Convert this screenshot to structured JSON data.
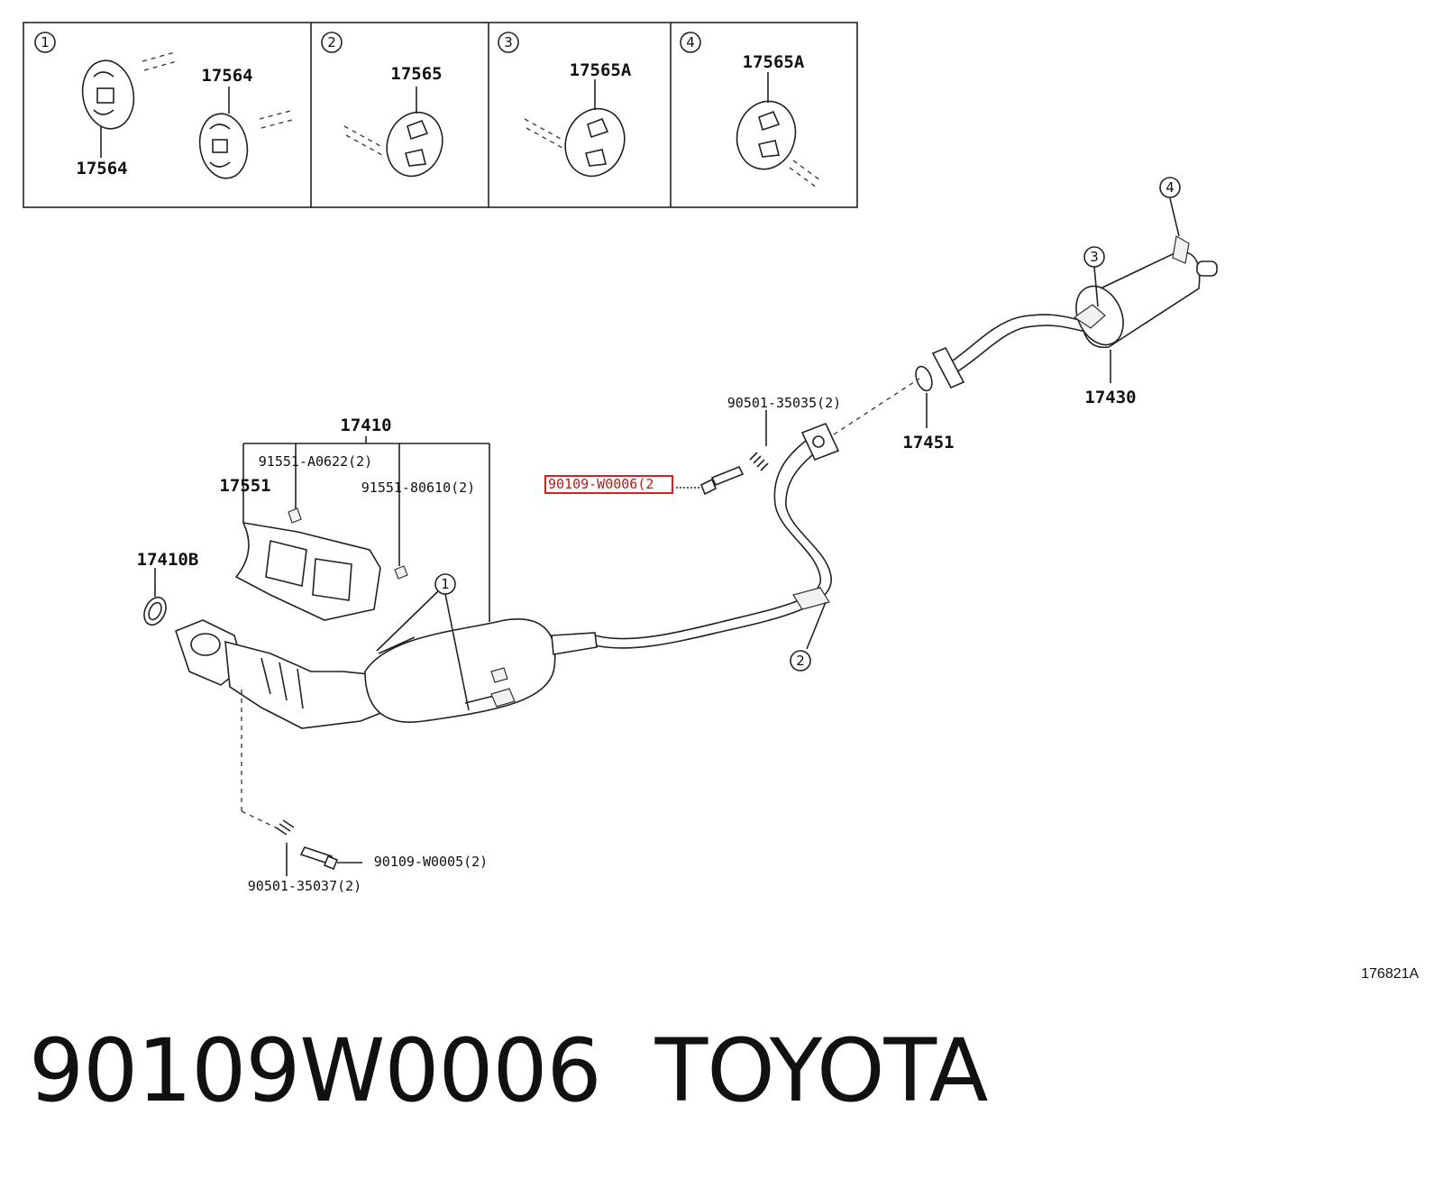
{
  "insets": [
    {
      "num": "1",
      "labels": [
        "17564",
        "17564"
      ]
    },
    {
      "num": "2",
      "labels": [
        "17565"
      ]
    },
    {
      "num": "3",
      "labels": [
        "17565A"
      ]
    },
    {
      "num": "4",
      "labels": [
        "17565A"
      ]
    }
  ],
  "callouts": {
    "c1": "1",
    "c2": "2",
    "c3": "3",
    "c4": "4"
  },
  "part_labels": {
    "p17410": "17410",
    "p91551_a0622": "91551-A0622(2)",
    "p17551": "17551",
    "p91551_80610": "91551-80610(2)",
    "p17410b": "17410B",
    "p90501_35035": "90501-35035(2)",
    "p90109_w0006": "90109-W0006(2",
    "p17451": "17451",
    "p17430": "17430",
    "p90109_w0005": "90109-W0005(2)",
    "p90501_35037": "90501-35037(2)"
  },
  "highlight_color": "#d42020",
  "reference_code": "176821A",
  "title": {
    "part_number": "90109W0006",
    "brand": "TOYOTA"
  }
}
